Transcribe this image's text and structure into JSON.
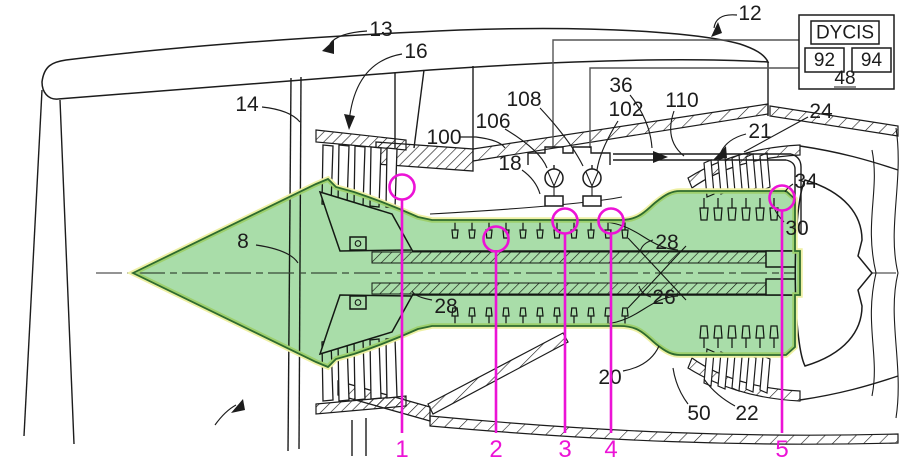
{
  "figure_kind": "turbofan-engine-cross-section-patent-figure",
  "colors": {
    "line": "#1c1c1c",
    "core_highlight_green": "#93d493",
    "green_edge": "#2e6b2e",
    "green_glow": "#eef0a4",
    "callout_magenta": "#ec13d6",
    "centerline_gray": "#555555",
    "background": "#ffffff"
  },
  "dycis_box": {
    "title": "DYCIS",
    "sensor_left": "92",
    "sensor_right": "94",
    "controller": "48"
  },
  "part_labels": {
    "p8": "8",
    "p12": "12",
    "p13": "13",
    "p14": "14",
    "p16": "16",
    "p18": "18",
    "p20": "20",
    "p21": "21",
    "p22": "22",
    "p24": "24",
    "p26": "26",
    "p28a": "28",
    "p28b": "28",
    "p30": "30",
    "p34": "34",
    "p36": "36",
    "p50": "50",
    "p100": "100",
    "p102": "102",
    "p106": "106",
    "p108": "108",
    "p110": "110"
  },
  "station_callouts": {
    "c1": "1",
    "c2": "2",
    "c3": "3",
    "c4": "4",
    "c5": "5"
  }
}
